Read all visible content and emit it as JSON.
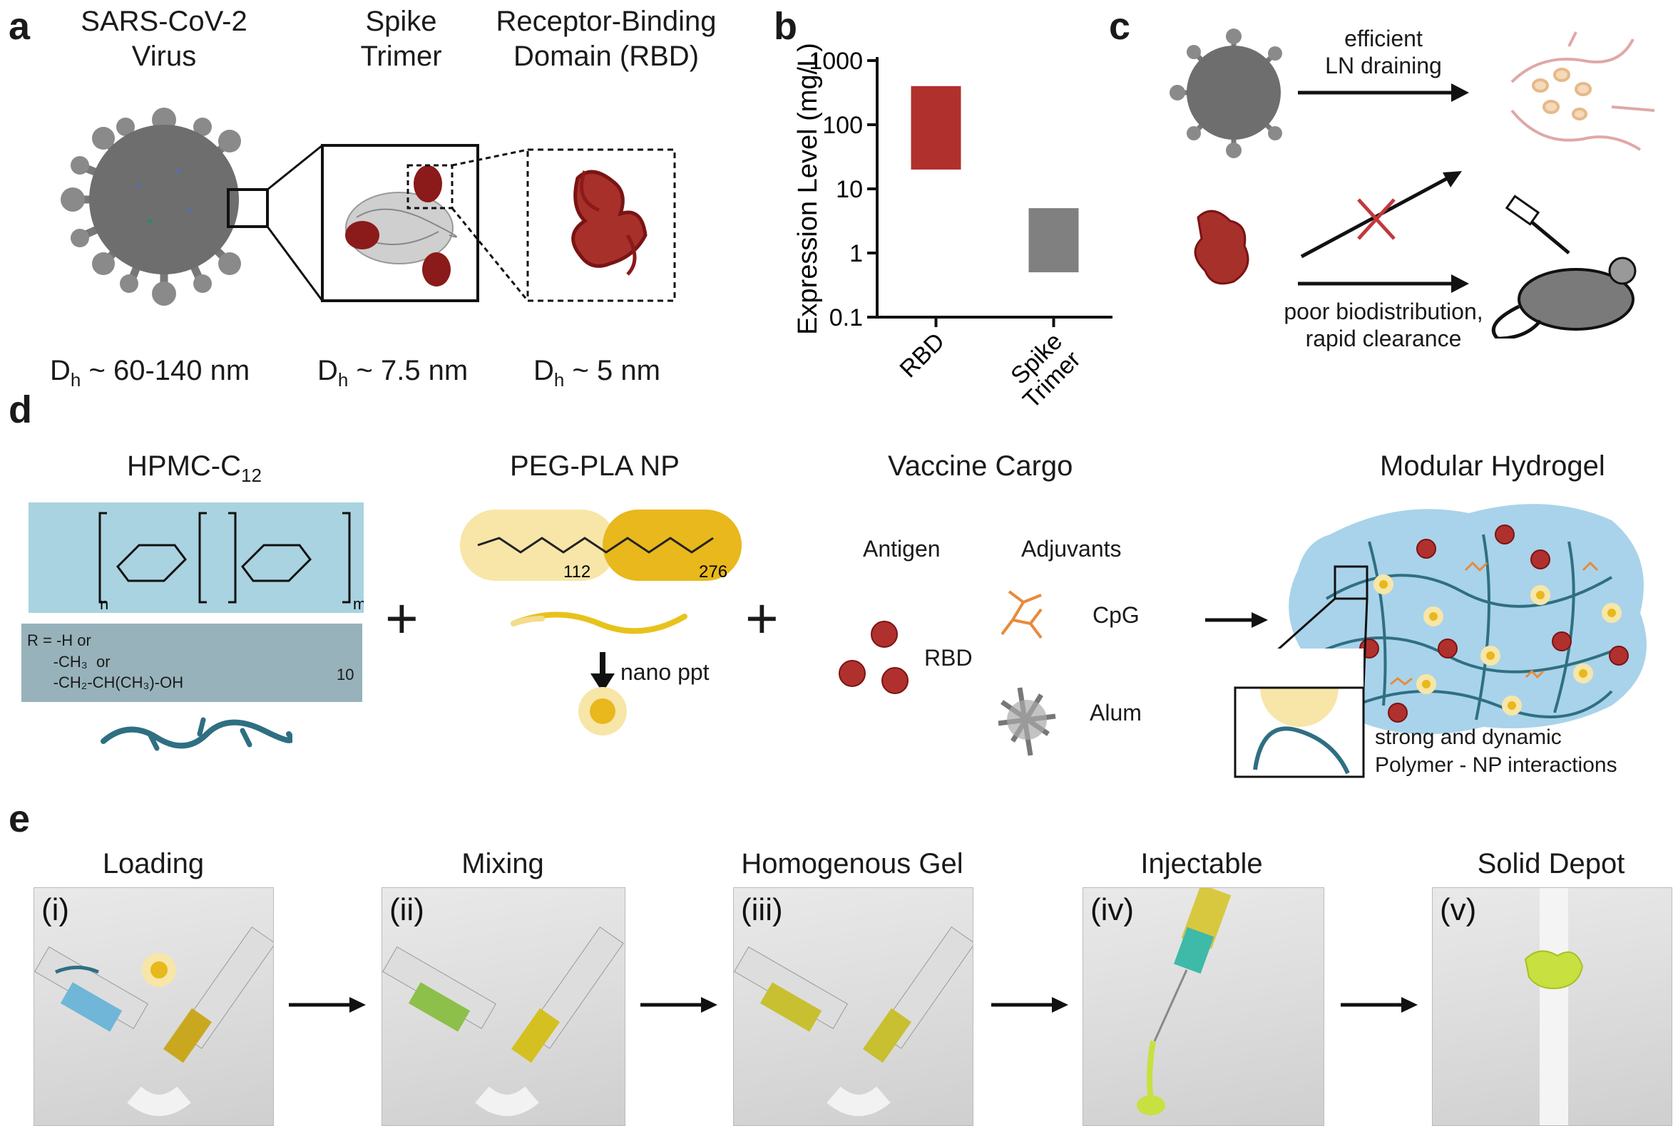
{
  "panel_a": {
    "letter": "a",
    "virus_title": "SARS-CoV-2\nVirus",
    "spike_title": "Spike\nTrimer",
    "rbd_title": "Receptor-Binding\nDomain (RBD)",
    "dh_virus": "~ 60-140 nm",
    "dh_spike": "~ 7.5 nm",
    "dh_rbd": "~ 5 nm",
    "dh_symbol": "D",
    "dh_sub": "h"
  },
  "panel_b": {
    "letter": "b"
  },
  "chart_data": {
    "type": "bar",
    "categories": [
      "RBD",
      "Spike\nTrimer"
    ],
    "series": [
      {
        "low": [
          20,
          0.5
        ],
        "high": [
          400,
          5
        ]
      }
    ],
    "colors": [
      "#b0302d",
      "#808080"
    ],
    "ylabel": "Expression Level (mg/L)",
    "yscale": "log",
    "ylim": [
      0.1,
      1000
    ],
    "yticks": [
      "0.1",
      "1",
      "10",
      "100",
      "1000"
    ],
    "grid": false
  },
  "panel_c": {
    "letter": "c",
    "top_arrow_label": "efficient\nLN draining",
    "bottom_arrow_label": "poor biodistribution,\nrapid clearance"
  },
  "panel_d": {
    "letter": "d",
    "hpmc_title": "HPMC-C",
    "hpmc_sub": "12",
    "hpmc_r_label": "R = -H or\n      -CH₃  or\n      -CH₂-CH(CH₃)-OH",
    "hpmc_subscript_n": "n",
    "hpmc_subscript_m": "m",
    "hpmc_chain_sub": "10",
    "peg_title": "PEG-PLA NP",
    "peg_n1": "112",
    "peg_n2": "276",
    "nano_ppt": "nano ppt",
    "cargo_title": "Vaccine Cargo",
    "antigen": "Antigen",
    "adjuvants": "Adjuvants",
    "rbd": "RBD",
    "cpg": "CpG",
    "alum": "Alum",
    "hydrogel_title": "Modular Hydrogel",
    "interactions": "strong and dynamic\nPolymer - NP interactions",
    "plus": "+"
  },
  "panel_e": {
    "letter": "e",
    "steps": [
      {
        "title": "Loading",
        "label": "(i)"
      },
      {
        "title": "Mixing",
        "label": "(ii)"
      },
      {
        "title": "Homogenous Gel",
        "label": "(iii)"
      },
      {
        "title": "Injectable",
        "label": "(iv)"
      },
      {
        "title": "Solid Depot",
        "label": "(v)"
      }
    ]
  },
  "colors": {
    "rbd_red": "#8b1a1a",
    "virus_gray": "#6e6e6e",
    "hpmc_blue": "#2f6f82",
    "np_yellow": "#e8b81c",
    "hydrogel_bg": "#a9d3ea"
  }
}
